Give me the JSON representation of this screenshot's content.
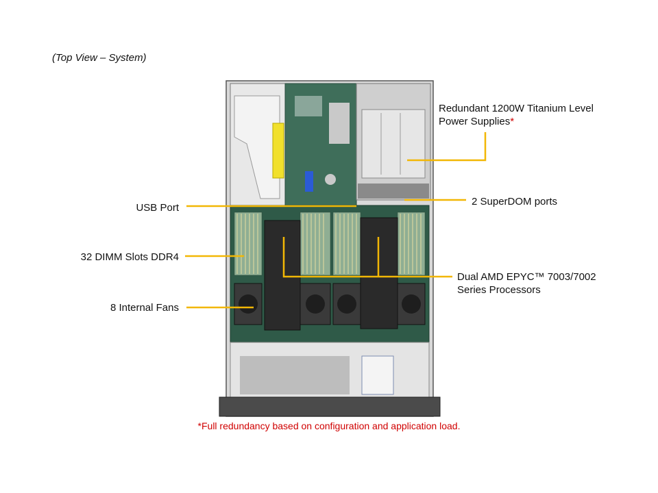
{
  "view_title": "(Top View – System)",
  "callouts": {
    "psu": {
      "line1": "Redundant  1200W Titanium Level",
      "line2": "Power Supplies",
      "marker": "*"
    },
    "superdom": {
      "label": "2 SuperDOM ports"
    },
    "usb": {
      "label": "USB Port"
    },
    "dimm": {
      "label": "32 DIMM Slots DDR4"
    },
    "cpu": {
      "line1": "Dual AMD EPYC™ 7003/7002",
      "line2": "Series Processors"
    },
    "fans": {
      "label": "8 Internal  Fans"
    }
  },
  "footnote": "*Full redundancy based on configuration and application load.",
  "colors": {
    "callout_line": "#f2b705",
    "footnote": "#d00000"
  }
}
